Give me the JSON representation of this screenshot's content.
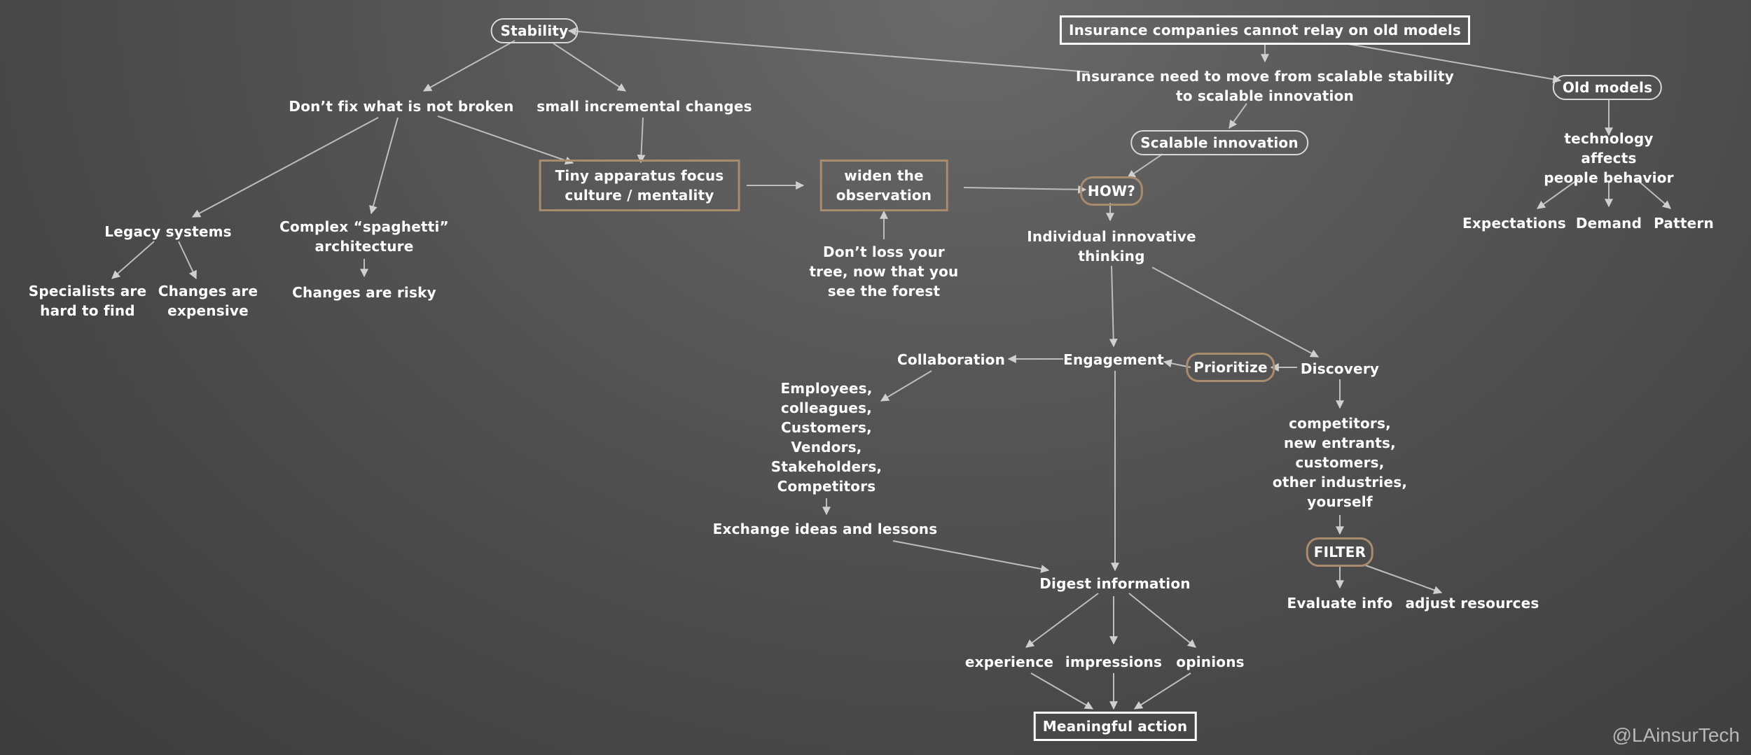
{
  "nodes": {
    "stability": "Stability",
    "dont_fix": "Don’t fix what is not broken",
    "small_changes": "small incremental changes",
    "tiny_apparatus": "Tiny apparatus focus\nculture / mentality",
    "widen": "widen the\nobservation",
    "dont_loss": "Don’t loss your\ntree, now that you\nsee the forest",
    "legacy": "Legacy systems",
    "complex": "Complex “spaghetti”\narchitecture",
    "specialists": "Specialists are\nhard to find",
    "changes_expensive": "Changes are\nexpensive",
    "changes_risky": "Changes are risky",
    "insurance_title": "Insurance companies cannot relay on old models",
    "insurance_need": "Insurance need to move from scalable stability\nto scalable innovation",
    "old_models": "Old models",
    "scalable_innovation": "Scalable innovation",
    "tech_affects": "technology affects\npeople behavior",
    "expectations": "Expectations",
    "demand": "Demand",
    "pattern": "Pattern",
    "how": "HOW?",
    "individual": "Individual innovative\nthinking",
    "engagement": "Engagement",
    "collaboration": "Collaboration",
    "prioritize": "Prioritize",
    "discovery": "Discovery",
    "employees": "Employees,\ncolleagues,\nCustomers,\nVendors,\nStakeholders,\nCompetitors",
    "exchange": "Exchange ideas and lessons",
    "competitors": "competitors,\nnew entrants,\ncustomers,\nother industries,\nyourself",
    "filter": "FILTER",
    "evaluate": "Evaluate info",
    "adjust": "adjust resources",
    "digest": "Digest information",
    "experience": "experience",
    "impressions": "impressions",
    "opinions": "opinions",
    "meaningful": "Meaningful action"
  },
  "watermark": "@LAinsurTech",
  "colors": {
    "text": "#ffffff",
    "arrow": "#bdbdbd",
    "brown_border": "#a98b6d",
    "oval_border": "#d8d8d8"
  }
}
